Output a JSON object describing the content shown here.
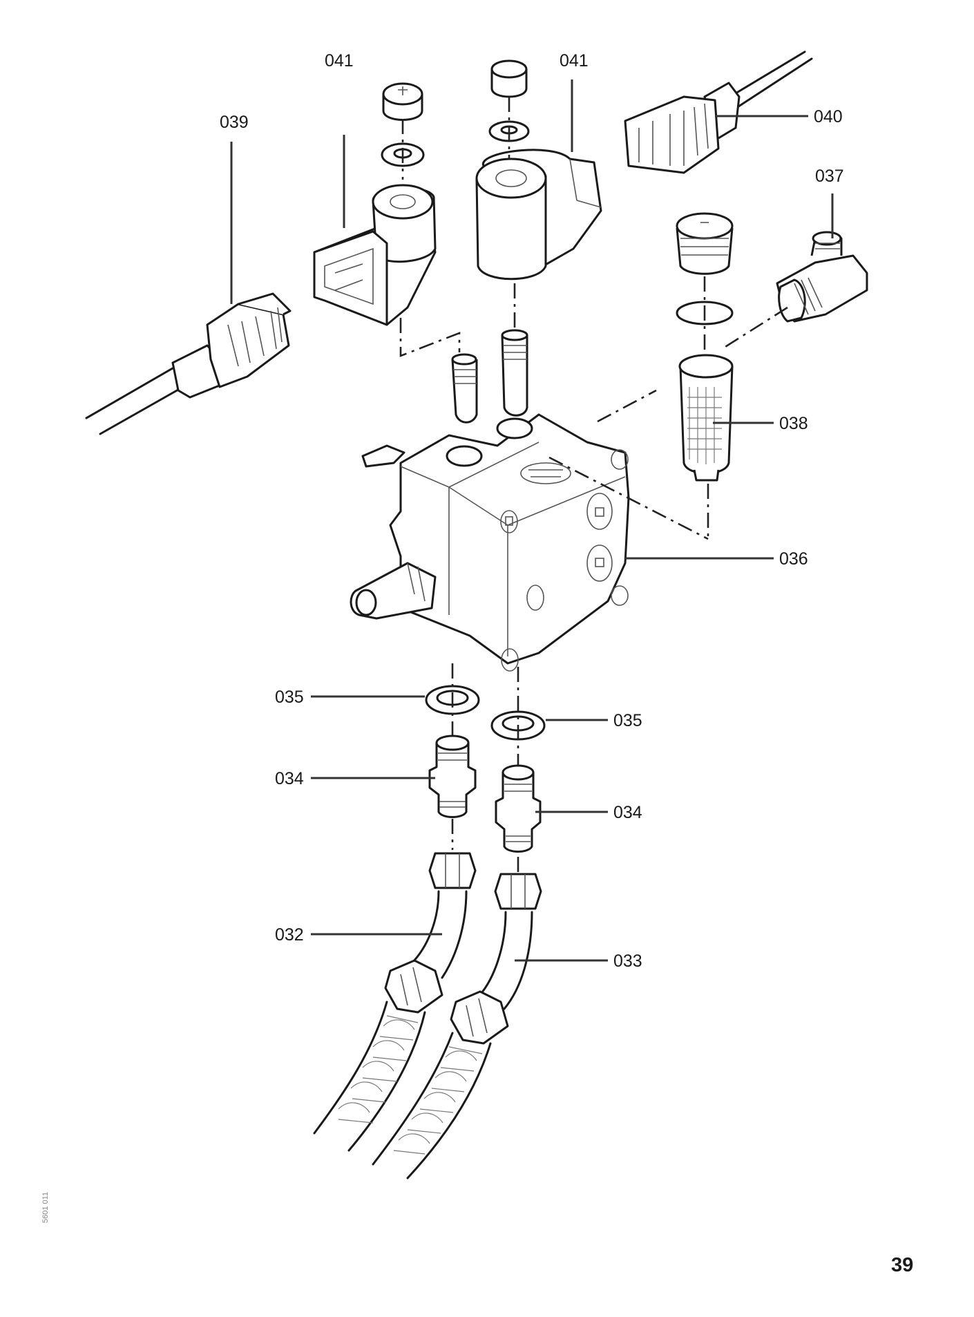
{
  "diagram": {
    "type": "exploded-parts-view",
    "subject": "oil pump assembly",
    "parts": [
      {
        "id": "032",
        "label": "032",
        "name": "hose"
      },
      {
        "id": "033",
        "label": "033",
        "name": "hose"
      },
      {
        "id": "034a",
        "label": "034",
        "name": "nipple"
      },
      {
        "id": "034b",
        "label": "034",
        "name": "nipple"
      },
      {
        "id": "035a",
        "label": "035",
        "name": "sealing ring"
      },
      {
        "id": "035b",
        "label": "035",
        "name": "sealing ring"
      },
      {
        "id": "036",
        "label": "036",
        "name": "pump body"
      },
      {
        "id": "037",
        "label": "037",
        "name": "elbow fitting"
      },
      {
        "id": "038",
        "label": "038",
        "name": "filter"
      },
      {
        "id": "039",
        "label": "039",
        "name": "plug connector"
      },
      {
        "id": "040",
        "label": "040",
        "name": "plug connector"
      },
      {
        "id": "041a",
        "label": "041",
        "name": "solenoid coil"
      },
      {
        "id": "041b",
        "label": "041",
        "name": "solenoid coil"
      }
    ]
  },
  "footer": {
    "page_number": "39",
    "drawing_code": "5601 011"
  }
}
